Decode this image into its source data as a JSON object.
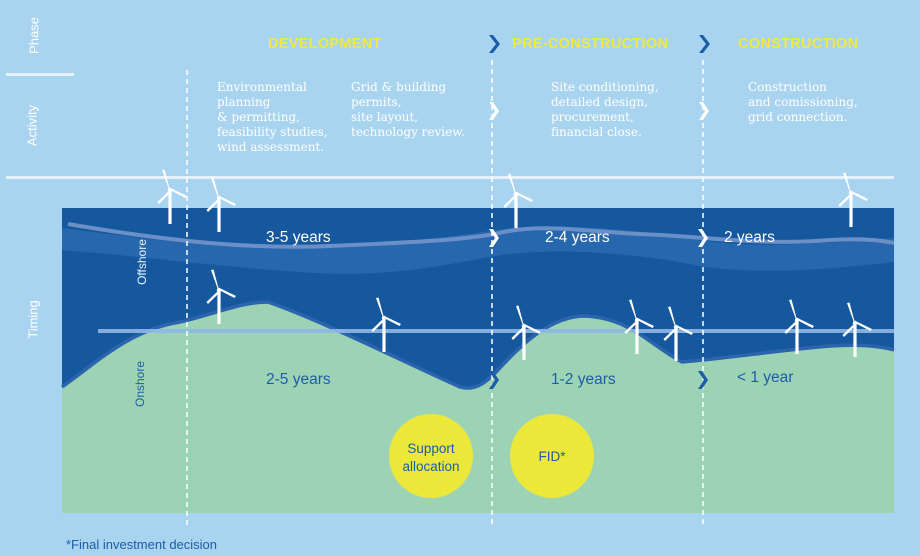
{
  "row_labels": {
    "phase": "Phase",
    "activity": "Activity",
    "timing": "Timing"
  },
  "phases": [
    {
      "label": "DEVELOPMENT"
    },
    {
      "label": "PRE-CONSTRUCTION"
    },
    {
      "label": "CONSTRUCTION"
    }
  ],
  "activities": [
    "Environmental\nplanning\n& permitting,\nfeasibility studies,\nwind assessment.",
    "Grid & building\npermits,\nsite layout,\ntechnology review.",
    "Site conditioning,\ndetailed design,\nprocurement,\nfinancial close.",
    "Construction\nand comissioning,\ngrid connection."
  ],
  "timing": {
    "offshore_label": "Offshore",
    "onshore_label": "Onshore",
    "offshore": [
      "3-5 years",
      "2-4 years",
      "2 years"
    ],
    "onshore": [
      "2-5 years",
      "1-2 years",
      "< 1 year"
    ]
  },
  "milestones": {
    "support": "Support\nallocation",
    "fid": "FID*"
  },
  "footnote": "*Final investment decision",
  "colors": {
    "background": "#a9d4f0",
    "sea_dark": "#16589e",
    "sea_light": "#2a6cb2",
    "land": "#9dd3b5",
    "phase_text": "#f2e93c",
    "circle": "#ece83a",
    "onshore_text": "#1c5da8"
  },
  "icons": [
    "wind-turbine-icon",
    "chevron-right-icon"
  ]
}
